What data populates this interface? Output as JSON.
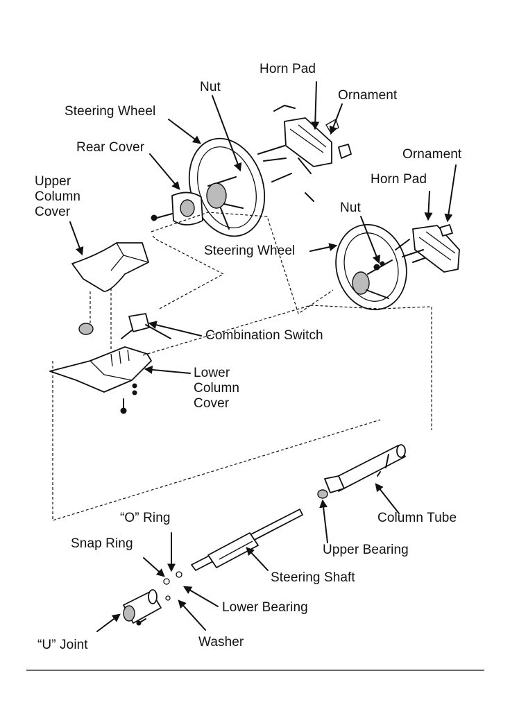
{
  "labels": {
    "horn_pad_top": "Horn Pad",
    "nut_top": "Nut",
    "ornament_top": "Ornament",
    "steering_wheel_top": "Steering Wheel",
    "rear_cover": "Rear Cover",
    "ornament_right": "Ornament",
    "horn_pad_right": "Horn Pad",
    "upper_column_cover_1": "Upper",
    "upper_column_cover_2": "Column",
    "upper_column_cover_3": "Cover",
    "nut_right": "Nut",
    "steering_wheel_right": "Steering Wheel",
    "combination_switch": "Combination Switch",
    "lower_column_cover_1": "Lower",
    "lower_column_cover_2": "Column",
    "lower_column_cover_3": "Cover",
    "o_ring": "“O” Ring",
    "column_tube": "Column Tube",
    "snap_ring": "Snap Ring",
    "upper_bearing": "Upper Bearing",
    "steering_shaft": "Steering Shaft",
    "lower_bearing": "Lower Bearing",
    "u_joint": "“U” Joint",
    "washer": "Washer"
  }
}
